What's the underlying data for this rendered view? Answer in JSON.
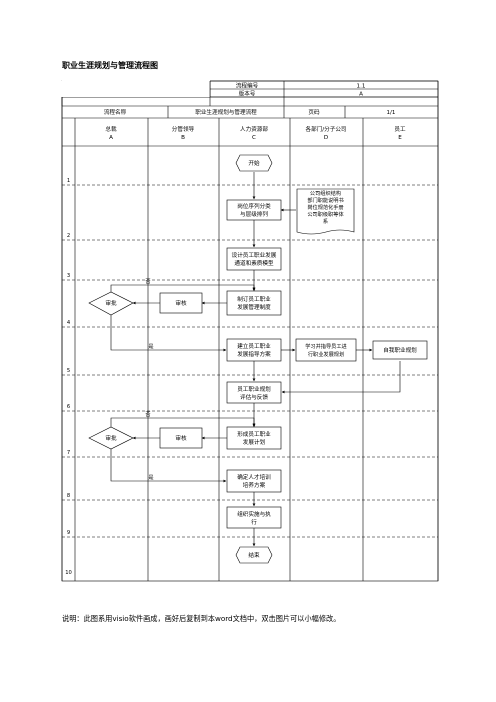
{
  "page": {
    "title": "职业生涯规划与管理流程图",
    "footer_note": "说明：此图系用visio软件画成，画好后复制到本word文档中，双击图片可以小幅修改。"
  },
  "header": {
    "process_no_label": "流程编号",
    "process_no_value": "1.1",
    "version_label": "版本号",
    "version_value": "A",
    "process_name_label": "流程名称",
    "process_name_value": "职业生涯规划与管理流程",
    "page_label": "页码",
    "page_value": "1/1"
  },
  "lanes": [
    {
      "name": "总裁",
      "code": "A"
    },
    {
      "name": "分管领导",
      "code": "B"
    },
    {
      "name": "人力资源部",
      "code": "C"
    },
    {
      "name": "各部门/分子公司",
      "code": "D"
    },
    {
      "name": "员工",
      "code": "E"
    }
  ],
  "rows": [
    "1",
    "2",
    "3",
    "4",
    "5",
    "6",
    "7",
    "8",
    "9",
    "10"
  ],
  "nodes": {
    "start": "开始",
    "post_sequence": [
      "岗位序列分类",
      "与层级排列"
    ],
    "company_docs": [
      "公司组织结构",
      "部门职能说明书",
      "岗位规范化手册",
      "公司职级职等体",
      "系"
    ],
    "design_channel": [
      "设计员工职业发展",
      "通道和素质模型"
    ],
    "approve_1": "审批",
    "review_1": "审核",
    "draft_policy": [
      "制订员工职业",
      "发展管理制度"
    ],
    "guidance_plan": [
      "建立员工职业",
      "发展指导方案"
    ],
    "dept_guide": [
      "学习并指导员工进",
      "行职业发展规划"
    ],
    "self_plan": "自我职业规划",
    "evaluate": [
      "员工职业规划",
      "评估与反馈"
    ],
    "approve_2": "审批",
    "review_2": "审核",
    "form_plan": [
      "形成员工职业",
      "发展计划"
    ],
    "training_plan": [
      "确定人才培训",
      "培养方案"
    ],
    "organize": [
      "组织实施与执",
      "行"
    ],
    "end": "结束"
  },
  "labels": {
    "no_1": "否",
    "yes_1": "是",
    "no_2": "否",
    "yes_2": "是"
  }
}
